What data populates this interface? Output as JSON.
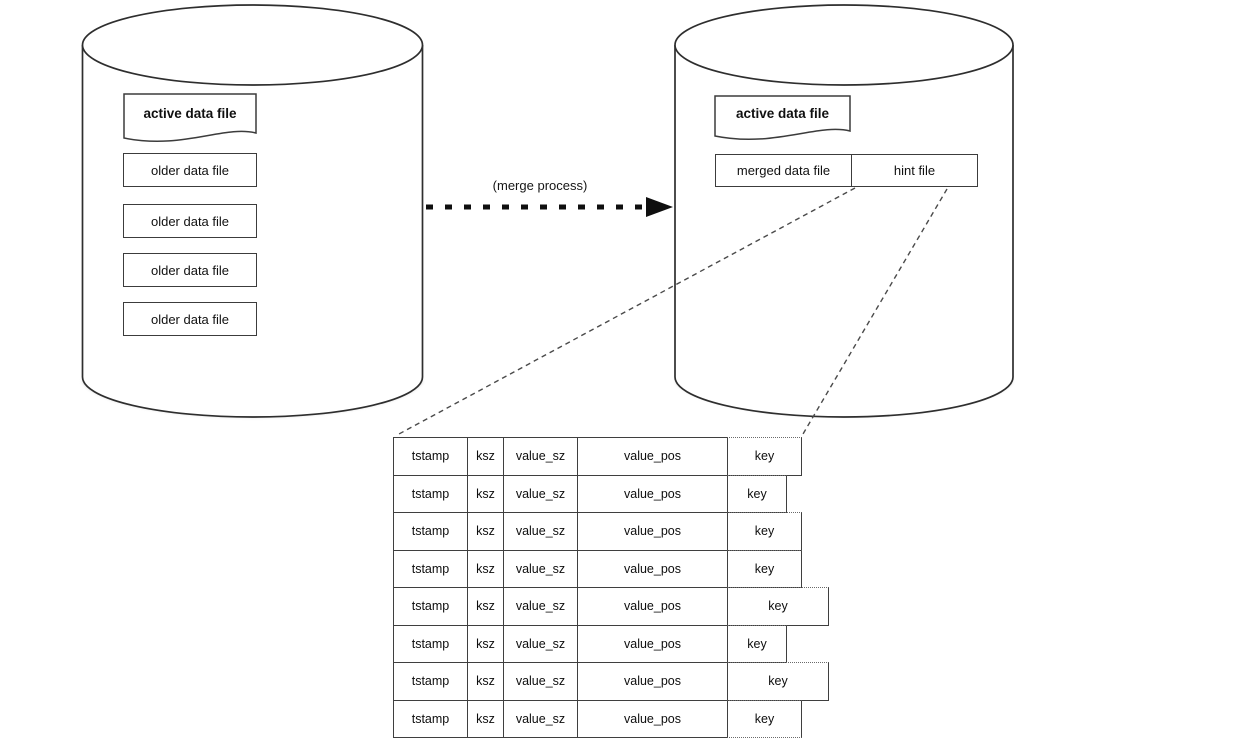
{
  "left_cylinder": {
    "active_label": "active data file",
    "older_files": [
      "older data file",
      "older data file",
      "older data file",
      "older data file"
    ]
  },
  "right_cylinder": {
    "active_label": "active data file",
    "merged_label": "merged data file",
    "hint_label": "hint file"
  },
  "merge_arrow_label": "(merge process)",
  "table": {
    "columns": [
      "tstamp",
      "ksz",
      "value_sz",
      "value_pos",
      "key"
    ],
    "rows": [
      {
        "tstamp": "tstamp",
        "ksz": "ksz",
        "value_sz": "value_sz",
        "value_pos": "value_pos",
        "key": "key",
        "key_width": 75
      },
      {
        "tstamp": "tstamp",
        "ksz": "ksz",
        "value_sz": "value_sz",
        "value_pos": "value_pos",
        "key": "key",
        "key_width": 60
      },
      {
        "tstamp": "tstamp",
        "ksz": "ksz",
        "value_sz": "value_sz",
        "value_pos": "value_pos",
        "key": "key",
        "key_width": 75
      },
      {
        "tstamp": "tstamp",
        "ksz": "ksz",
        "value_sz": "value_sz",
        "value_pos": "value_pos",
        "key": "key",
        "key_width": 75
      },
      {
        "tstamp": "tstamp",
        "ksz": "ksz",
        "value_sz": "value_sz",
        "value_pos": "value_pos",
        "key": "key",
        "key_width": 102
      },
      {
        "tstamp": "tstamp",
        "ksz": "ksz",
        "value_sz": "value_sz",
        "value_pos": "value_pos",
        "key": "key",
        "key_width": 60
      },
      {
        "tstamp": "tstamp",
        "ksz": "ksz",
        "value_sz": "value_sz",
        "value_pos": "value_pos",
        "key": "key",
        "key_width": 102
      },
      {
        "tstamp": "tstamp",
        "ksz": "ksz",
        "value_sz": "value_sz",
        "value_pos": "value_pos",
        "key": "key",
        "key_width": 75
      }
    ]
  },
  "colors": {
    "line": "#2e2e2e",
    "arrow": "#0f0f0f",
    "text": "#111111",
    "background": "#ffffff"
  }
}
